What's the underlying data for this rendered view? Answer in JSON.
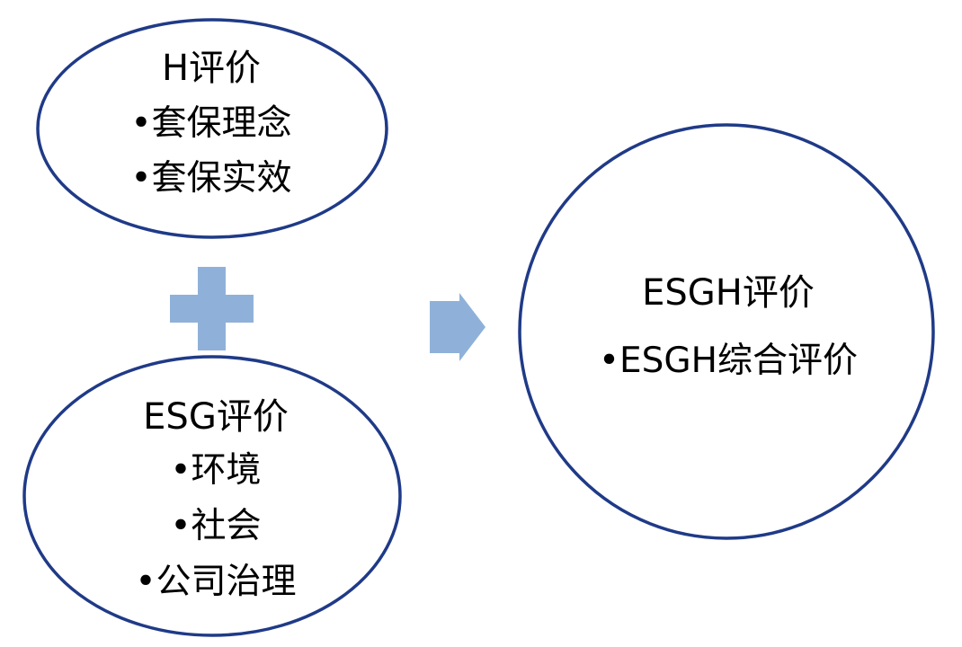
{
  "diagram": {
    "colors": {
      "ellipse_stroke": "#1f3a87",
      "shape_fill": "#8fb1d9",
      "background": "#ffffff",
      "text": "#000000"
    },
    "h_node": {
      "title": "H评价",
      "items": [
        "•套保理念",
        "•套保实效"
      ]
    },
    "esg_node": {
      "title": "ESG评价",
      "items": [
        "•环境",
        "•社会",
        "•公司治理"
      ]
    },
    "esgh_node": {
      "title": "ESGH评价",
      "items": [
        "•ESGH综合评价"
      ]
    },
    "plus_symbol": "plus-icon",
    "arrow_symbol": "right-arrow-icon"
  }
}
